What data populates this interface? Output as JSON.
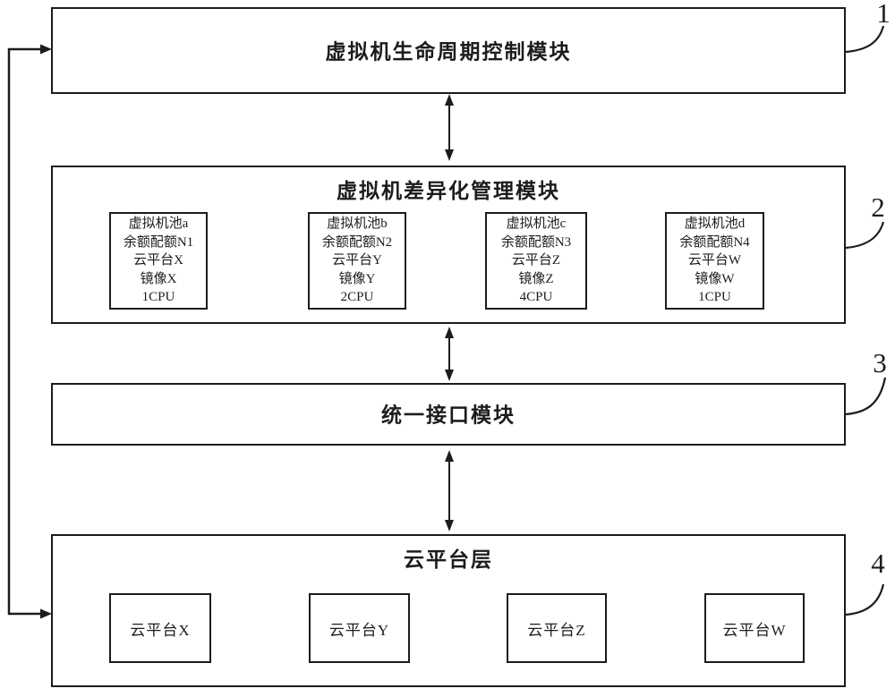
{
  "colors": {
    "line": "#1c1c1c",
    "background": "#ffffff"
  },
  "modules": {
    "lifecycle": {
      "title": "虚拟机生命周期控制模块",
      "ref": "1"
    },
    "differentiation": {
      "title": "虚拟机差异化管理模块",
      "ref": "2",
      "pools": [
        {
          "name": "虚拟机池a",
          "quota": "余额配额N1",
          "platform": "云平台X",
          "image": "镜像X",
          "cpu": "1CPU"
        },
        {
          "name": "虚拟机池b",
          "quota": "余额配额N2",
          "platform": "云平台Y",
          "image": "镜像Y",
          "cpu": "2CPU"
        },
        {
          "name": "虚拟机池c",
          "quota": "余额配额N3",
          "platform": "云平台Z",
          "image": "镜像Z",
          "cpu": "4CPU"
        },
        {
          "name": "虚拟机池d",
          "quota": "余额配额N4",
          "platform": "云平台W",
          "image": "镜像W",
          "cpu": "1CPU"
        }
      ]
    },
    "interface": {
      "title": "统一接口模块",
      "ref": "3"
    },
    "cloud_layer": {
      "title": "云平台层",
      "ref": "4",
      "platforms": [
        "云平台X",
        "云平台Y",
        "云平台Z",
        "云平台W"
      ]
    }
  }
}
